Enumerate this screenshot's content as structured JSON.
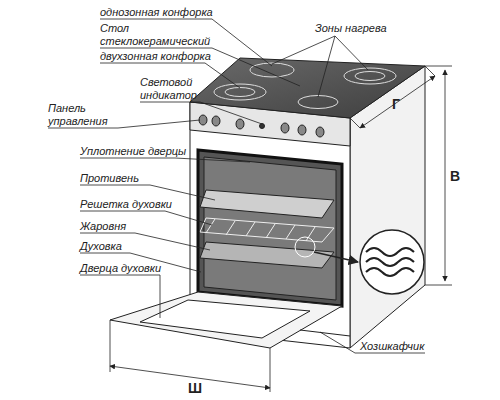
{
  "diagram": {
    "labels": [
      "однозонная конфорка",
      "Стол стеклокерамический",
      "двухзонная конфорка",
      "Световой индикатор",
      "Зоны нагрева",
      "Панель управления",
      "Уплотнение дверцы",
      "Противень",
      "Решетка духовки",
      "Жаровня",
      "Духовка",
      "Дверца духовки",
      "Хозшкафчик",
      "Г",
      "В",
      "Ш"
    ]
  }
}
